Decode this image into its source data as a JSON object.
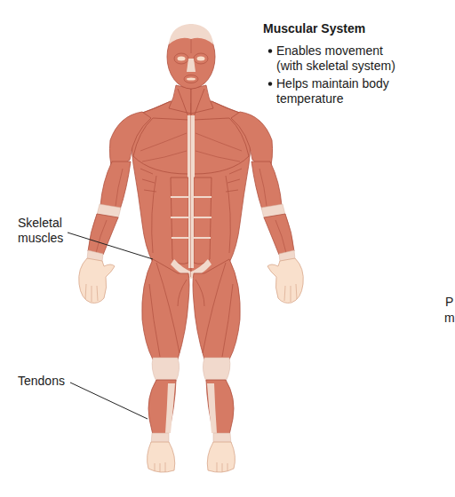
{
  "diagram": {
    "title": "Muscular System",
    "labels": [
      "Enables movement (with skeletal system)",
      "Helps maintain body temperature",
      "Skeletal muscles",
      "P",
      "m",
      "Tendons"
    ]
  }
}
